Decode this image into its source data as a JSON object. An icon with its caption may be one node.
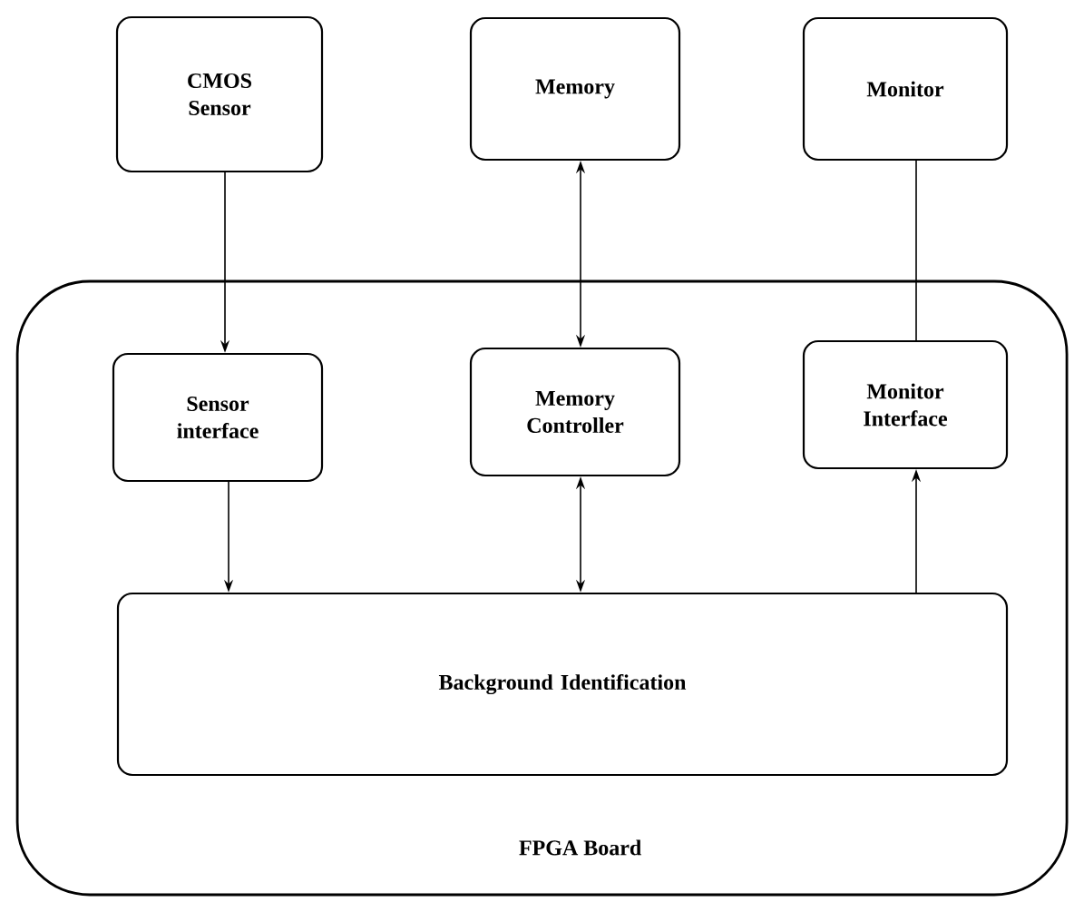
{
  "diagram": {
    "nodes": [
      {
        "text": [
          "CMOS Sensor"
        ]
      },
      {
        "text": [
          "Memory"
        ]
      },
      {
        "text": [
          "Monitor"
        ]
      },
      {
        "text": [
          "FPGA Board"
        ]
      },
      {
        "text": [
          "Sensor interface"
        ],
        "in": 3
      },
      {
        "text": [
          "Memory Controller"
        ],
        "in": 3
      },
      {
        "text": [
          "Monitor Interface"
        ],
        "in": 3
      },
      {
        "text": [
          "Background Identification"
        ],
        "in": 3
      }
    ],
    "edges": [
      {
        "from": 0,
        "to": 4,
        "arrow": "to"
      },
      {
        "from": 1,
        "to": 5,
        "arrow": "both"
      },
      {
        "from": 2,
        "to": 6,
        "arrow": "none"
      },
      {
        "from": 4,
        "to": 7,
        "arrow": "to"
      },
      {
        "from": 5,
        "to": 7,
        "arrow": "both"
      },
      {
        "from": 7,
        "to": 6,
        "arrow": "to"
      }
    ]
  }
}
